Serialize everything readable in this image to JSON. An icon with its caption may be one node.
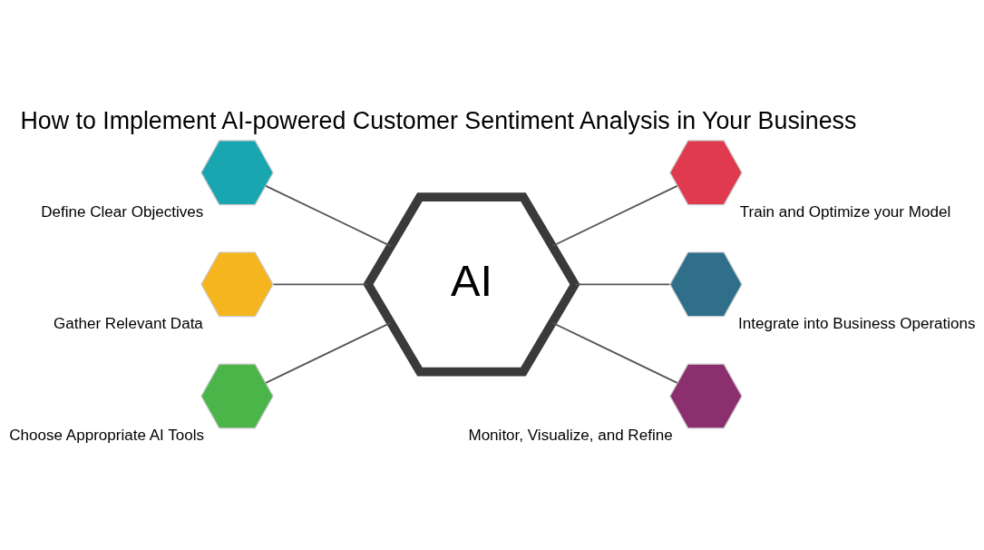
{
  "diagram": {
    "title": "How to Implement AI-powered Customer Sentiment Analysis in Your Business",
    "nodes": [
      {
        "text": [
          "AI"
        ]
      },
      {
        "text": [],
        "shape": "hexagon",
        "beside": [
          "Define Clear Objectives"
        ]
      },
      {
        "text": [],
        "shape": "hexagon",
        "beside": [
          "Gather Relevant Data"
        ]
      },
      {
        "text": [],
        "shape": "hexagon",
        "beside": [
          "Choose Appropriate AI Tools"
        ]
      },
      {
        "text": [],
        "shape": "hexagon",
        "beside": [
          "Train and Optimize your Model"
        ]
      },
      {
        "text": [],
        "shape": "hexagon",
        "beside": [
          "Integrate into Business Operations"
        ]
      },
      {
        "text": [],
        "shape": "hexagon",
        "beside": [
          "Monitor, Visualize, and Refine"
        ]
      }
    ],
    "edges": [
      {
        "from": 1,
        "to": 0,
        "arrow": "none"
      },
      {
        "from": 2,
        "to": 0,
        "arrow": "none"
      },
      {
        "from": 3,
        "to": 0,
        "arrow": "none"
      },
      {
        "from": 0,
        "to": 4,
        "arrow": "none"
      },
      {
        "from": 0,
        "to": 5,
        "arrow": "none"
      },
      {
        "from": 0,
        "to": 6,
        "arrow": "none"
      }
    ]
  }
}
